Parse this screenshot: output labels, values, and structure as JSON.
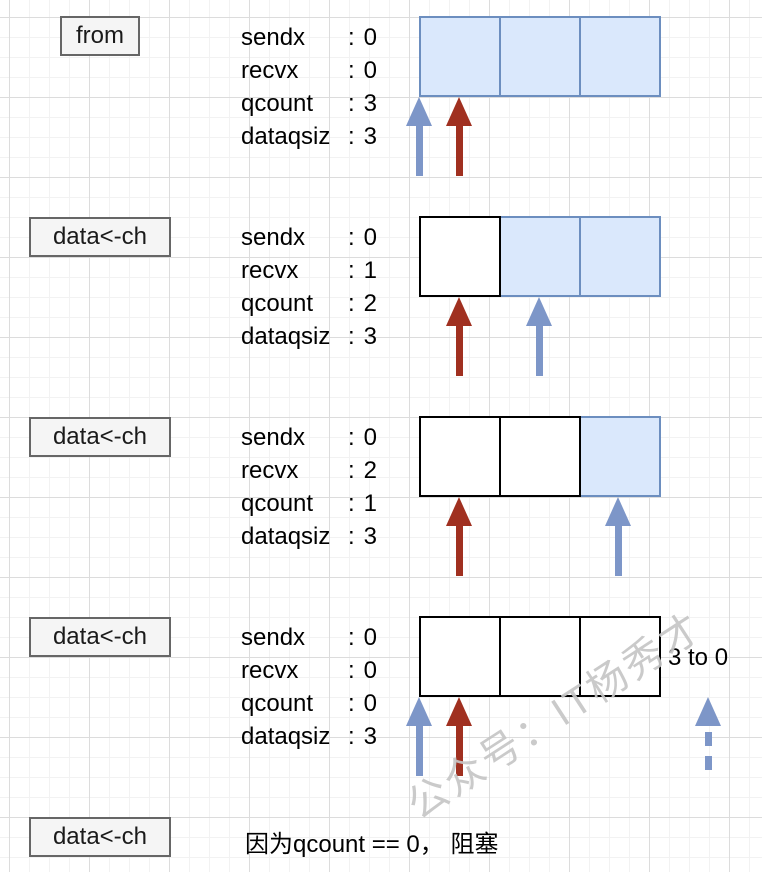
{
  "ui": {
    "colon": ":"
  },
  "watermark": {
    "text": "公众号：IT杨秀才",
    "color": "#c6c6c6"
  },
  "colors": {
    "cell_fill": "#dae8fc",
    "cell_stroke": "#6c8ebf",
    "empty_cell_stroke": "#000000",
    "recv_arrow_blue": "#7d96c8",
    "send_arrow_red": "#a03020",
    "label_fill": "#f5f5f5",
    "label_stroke": "#666666",
    "grid_minor": "#f2f2f2",
    "grid_major": "#dcdcdc"
  },
  "rows": [
    {
      "label": "from",
      "fields": [
        {
          "name": "sendx",
          "value": "0"
        },
        {
          "name": "recvx",
          "value": "0"
        },
        {
          "name": "qcount",
          "value": "3"
        },
        {
          "name": "dataqsiz",
          "value": "3"
        }
      ],
      "buffer_cells": [
        "filled",
        "filled",
        "filled"
      ],
      "arrows": [
        {
          "kind": "recv",
          "color": "blue",
          "style": "solid",
          "at": "cell-0-left"
        },
        {
          "kind": "send",
          "color": "red",
          "style": "solid",
          "at": "cell-0-center"
        }
      ]
    },
    {
      "label": "data<-ch",
      "fields": [
        {
          "name": "sendx",
          "value": "0"
        },
        {
          "name": "recvx",
          "value": "1"
        },
        {
          "name": "qcount",
          "value": "2"
        },
        {
          "name": "dataqsiz",
          "value": "3"
        }
      ],
      "buffer_cells": [
        "empty",
        "filled",
        "filled"
      ],
      "arrows": [
        {
          "kind": "send",
          "color": "red",
          "style": "solid",
          "at": "cell-0-center"
        },
        {
          "kind": "recv",
          "color": "blue",
          "style": "solid",
          "at": "cell-1-center"
        }
      ]
    },
    {
      "label": "data<-ch",
      "fields": [
        {
          "name": "sendx",
          "value": "0"
        },
        {
          "name": "recvx",
          "value": "2"
        },
        {
          "name": "qcount",
          "value": "1"
        },
        {
          "name": "dataqsiz",
          "value": "3"
        }
      ],
      "buffer_cells": [
        "empty",
        "empty",
        "filled"
      ],
      "arrows": [
        {
          "kind": "send",
          "color": "red",
          "style": "solid",
          "at": "cell-0-center"
        },
        {
          "kind": "recv",
          "color": "blue",
          "style": "solid",
          "at": "cell-2-center"
        }
      ]
    },
    {
      "label": "data<-ch",
      "fields": [
        {
          "name": "sendx",
          "value": "0"
        },
        {
          "name": "recvx",
          "value": "0"
        },
        {
          "name": "qcount",
          "value": "0"
        },
        {
          "name": "dataqsiz",
          "value": "3"
        }
      ],
      "buffer_cells": [
        "empty",
        "empty",
        "empty"
      ],
      "annotation": "3 to 0",
      "arrows": [
        {
          "kind": "recv",
          "color": "blue",
          "style": "solid",
          "at": "cell-0-left"
        },
        {
          "kind": "send",
          "color": "red",
          "style": "solid",
          "at": "cell-0-center"
        },
        {
          "kind": "recv-wrap",
          "color": "blue",
          "style": "dashed",
          "at": "right-of-buffer"
        }
      ]
    }
  ],
  "note": {
    "label": "data<-ch",
    "text": "因为qcount == 0， 阻塞"
  }
}
